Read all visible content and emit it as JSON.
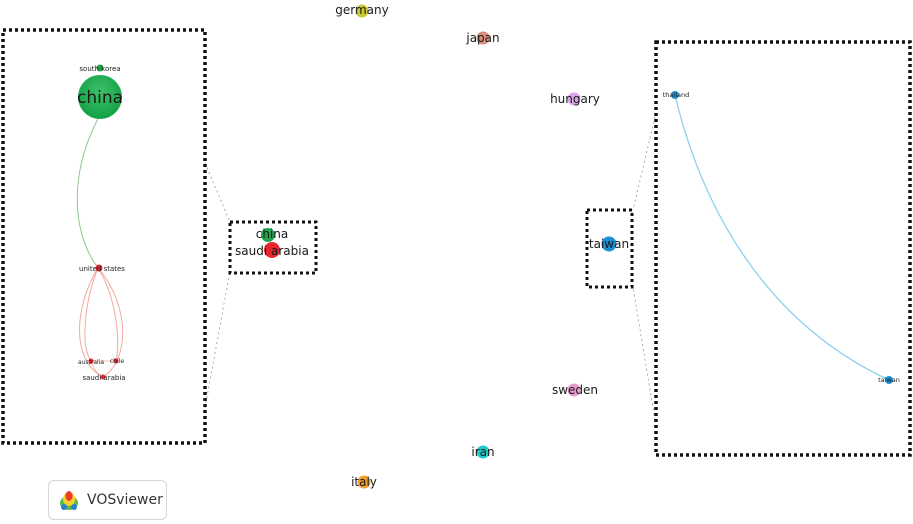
{
  "network": {
    "main_nodes": [
      {
        "id": "germany",
        "label": "germany",
        "color": "#c9c832"
      },
      {
        "id": "japan",
        "label": "japan",
        "color": "#d98c7c"
      },
      {
        "id": "hungary",
        "label": "hungary",
        "color": "#d9a3e8"
      },
      {
        "id": "china",
        "label": "china",
        "color": "#1fa64a"
      },
      {
        "id": "saudi-arabia",
        "label": "saudi arabia",
        "color": "#e8262e"
      },
      {
        "id": "taiwan",
        "label": "taiwan",
        "color": "#1a8fd6"
      },
      {
        "id": "sweden",
        "label": "sweden",
        "color": "#e89ad0"
      },
      {
        "id": "iran",
        "label": "iran",
        "color": "#22c9c9"
      },
      {
        "id": "italy",
        "label": "italy",
        "color": "#f0a030"
      }
    ],
    "left_inset": {
      "nodes": [
        {
          "id": "south-korea",
          "label": "south korea",
          "color": "#1fa64a"
        },
        {
          "id": "china",
          "label": "china",
          "color": "#1fa64a"
        },
        {
          "id": "united-states",
          "label": "united states",
          "color": "#e8262e"
        },
        {
          "id": "australia",
          "label": "australia",
          "color": "#e8262e"
        },
        {
          "id": "chile",
          "label": "chile",
          "color": "#e8262e"
        },
        {
          "id": "saudi-arabia",
          "label": "saudi arabia",
          "color": "#e8262e"
        }
      ]
    },
    "right_inset": {
      "nodes": [
        {
          "id": "thailand",
          "label": "thailand",
          "color": "#1a8fd6"
        },
        {
          "id": "taiwan",
          "label": "taiwan",
          "color": "#1a8fd6"
        }
      ]
    }
  },
  "badge": {
    "label": "VOSviewer"
  }
}
